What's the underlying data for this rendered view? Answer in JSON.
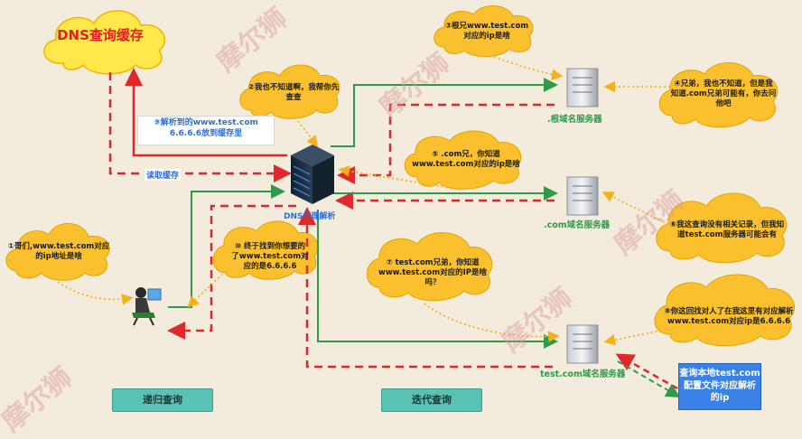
{
  "watermark": "摩尔狮",
  "dns_cache": {
    "title": "DNS查询缓存"
  },
  "proxy": {
    "label": "DNS代理解析"
  },
  "servers": {
    "root": ".根域名服务器",
    "com": ".com域名服务器",
    "test": "test.com域名服务器"
  },
  "clouds": {
    "c1": [
      "①哥们,www.test.com对应",
      "的ip地址是啥"
    ],
    "c2": [
      "②我也不知道啊，我帮你先",
      "查查"
    ],
    "c3": [
      "③根兄www.test.com",
      "对应的ip是啥"
    ],
    "c4": [
      "④兄弟，我也不知道，但是我",
      "知道.com兄弟可能有，你去问",
      "他吧"
    ],
    "c5": [
      "⑤ .com兄，你知道",
      "www.test.com对应的ip是啥"
    ],
    "c6": [
      "⑥我这查询没有相关记录，但我知",
      "道test.com服务器可能会有"
    ],
    "c7": [
      "⑦ test.com兄弟，你知道",
      "www.test.com对应的IP是啥",
      "吗？"
    ],
    "c8": [
      "⑧你这回找对人了在我这里有对应解析",
      "www.test.com对应ip是6.6.6.6"
    ],
    "c9": [
      "⑩ 终于找到你想要的",
      "了www.test.com对",
      "应的是6.6.6.6"
    ]
  },
  "parse_note": [
    "⑨解析到的www.test.com",
    "6.6.6.6放到缓存里"
  ],
  "read_cache": "读取缓存",
  "query_box": [
    "查询本地test.com",
    "配置文件对应解析",
    "的ip"
  ],
  "buttons": {
    "recursive": "递归查询",
    "iterative": "迭代查询"
  },
  "colors": {
    "red": "#e0272b",
    "green": "#2f9a4a",
    "cloud": "#fbc02d",
    "cloud_light": "#ffd54a",
    "blue": "#2e6fd1"
  }
}
